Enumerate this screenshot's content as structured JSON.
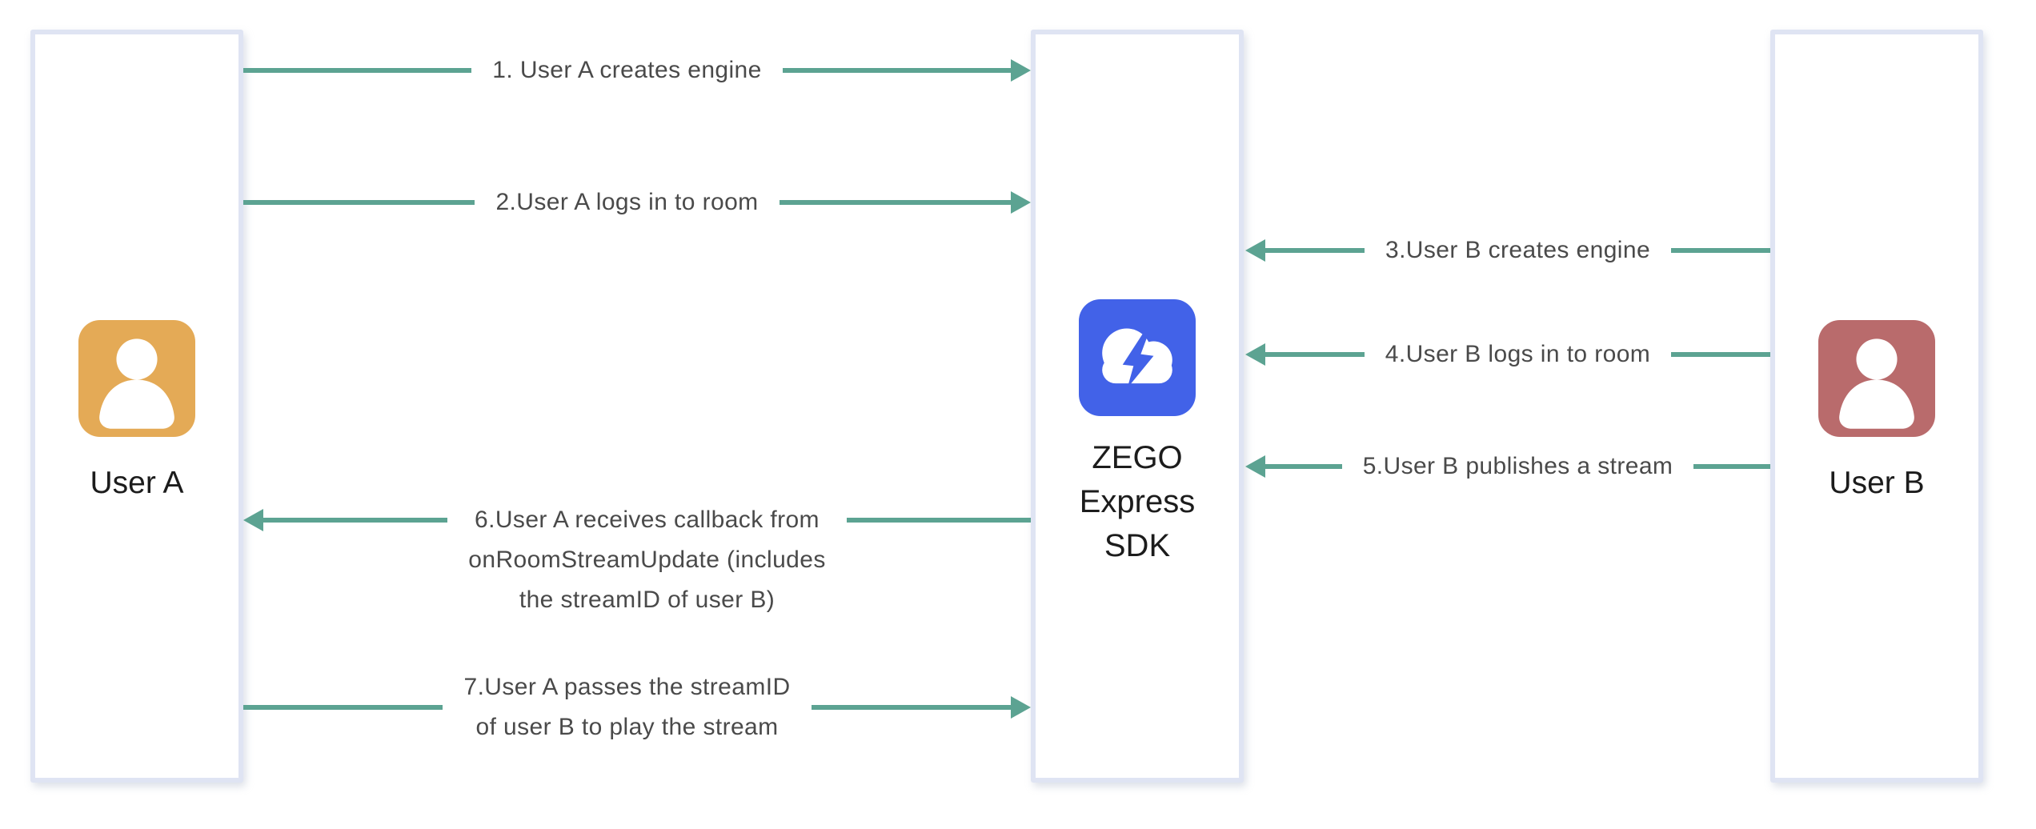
{
  "entities": {
    "user_a": {
      "label": "User A",
      "icon": "person-icon",
      "icon_color": "#E4AA56"
    },
    "sdk": {
      "label_lines": [
        "ZEGO",
        "Express",
        "SDK"
      ],
      "icon": "cloud-lightning-icon",
      "icon_color": "#4262E8"
    },
    "user_b": {
      "label": "User B",
      "icon": "person-icon",
      "icon_color": "#B96B6C"
    }
  },
  "arrows": [
    {
      "step": 1,
      "direction": "right",
      "from": "User A",
      "to": "ZEGO Express SDK",
      "lines": [
        "1. User A creates engine"
      ]
    },
    {
      "step": 2,
      "direction": "right",
      "from": "User A",
      "to": "ZEGO Express SDK",
      "lines": [
        "2.User A logs in to room"
      ]
    },
    {
      "step": 3,
      "direction": "left",
      "from": "User B",
      "to": "ZEGO Express SDK",
      "lines": [
        "3.User B creates engine"
      ]
    },
    {
      "step": 4,
      "direction": "left",
      "from": "User B",
      "to": "ZEGO Express SDK",
      "lines": [
        "4.User B logs in to room"
      ]
    },
    {
      "step": 5,
      "direction": "left",
      "from": "User B",
      "to": "ZEGO Express SDK",
      "lines": [
        "5.User B publishes a stream"
      ]
    },
    {
      "step": 6,
      "direction": "left",
      "from": "ZEGO Express SDK",
      "to": "User A",
      "lines": [
        "6.User A receives callback from",
        "onRoomStreamUpdate (includes",
        "the streamID of user B)"
      ]
    },
    {
      "step": 7,
      "direction": "right",
      "from": "User A",
      "to": "ZEGO Express SDK",
      "lines": [
        "7.User A passes the streamID",
        "of user B to play the stream"
      ]
    }
  ],
  "colors": {
    "arrow": "#5CA392",
    "box_border": "#DFE4F3",
    "arrow_label_text": "#4A4A4A",
    "entity_label_text": "#1C1C1C",
    "icon_glyph": "#FFFFFF"
  }
}
